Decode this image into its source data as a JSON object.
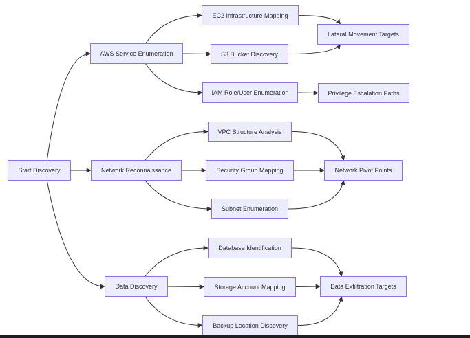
{
  "colors": {
    "node_fill": "#ececff",
    "node_border": "#9370db",
    "edge": "#333333",
    "text": "#333333",
    "background": "#ffffff"
  },
  "nodes": {
    "start": "Start Discovery",
    "aws": "AWS Service Enumeration",
    "ec2": "EC2 Infrastructure Mapping",
    "s3": "S3 Bucket Discovery",
    "iam": "IAM Role/User Enumeration",
    "lateral": "Lateral Movement Targets",
    "privesc": "Privilege Escalation Paths",
    "network": "Network Reconnaissance",
    "vpc": "VPC Structure Analysis",
    "sg": "Security Group Mapping",
    "subnet": "Subnet Enumeration",
    "pivot": "Network Pivot Points",
    "data": "Data Discovery",
    "db": "Database Identification",
    "storage": "Storage Account Mapping",
    "backup": "Backup Location Discovery",
    "exfil": "Data Exfiltration Targets"
  },
  "edges": [
    [
      "start",
      "aws"
    ],
    [
      "start",
      "network"
    ],
    [
      "start",
      "data"
    ],
    [
      "aws",
      "ec2"
    ],
    [
      "aws",
      "s3"
    ],
    [
      "aws",
      "iam"
    ],
    [
      "ec2",
      "lateral"
    ],
    [
      "s3",
      "lateral"
    ],
    [
      "iam",
      "privesc"
    ],
    [
      "network",
      "vpc"
    ],
    [
      "network",
      "sg"
    ],
    [
      "network",
      "subnet"
    ],
    [
      "vpc",
      "pivot"
    ],
    [
      "sg",
      "pivot"
    ],
    [
      "subnet",
      "pivot"
    ],
    [
      "data",
      "db"
    ],
    [
      "data",
      "storage"
    ],
    [
      "data",
      "backup"
    ],
    [
      "db",
      "exfil"
    ],
    [
      "storage",
      "exfil"
    ],
    [
      "backup",
      "exfil"
    ]
  ]
}
